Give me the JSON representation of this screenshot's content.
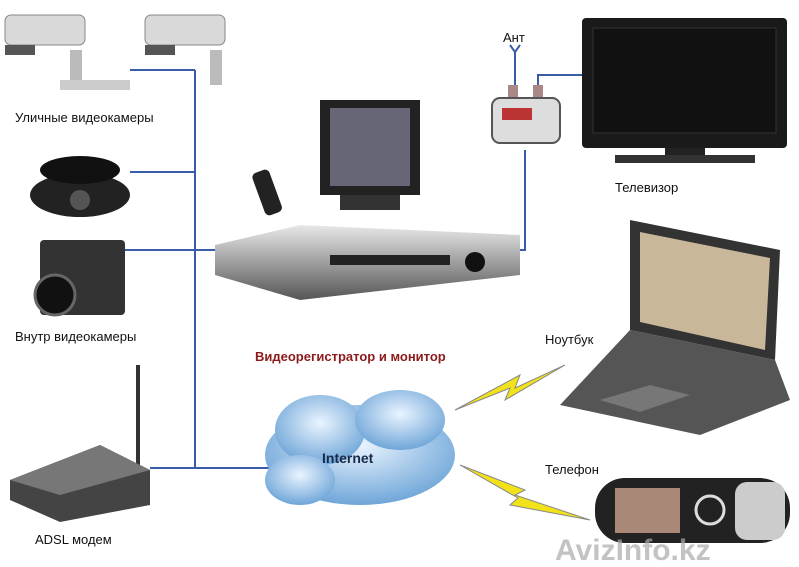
{
  "labels": {
    "street_cameras": "Уличные видеокамеры",
    "indoor_cameras": "Внутр видеокамеры",
    "adsl_modem": "ADSL модем",
    "dvr_monitor": "Видеорегистратор и монитор",
    "internet": "Internet",
    "antenna": "Ант",
    "tv": "Телевизор",
    "laptop": "Ноутбук",
    "phone": "Телефон"
  },
  "watermark": "AvizInfo.kz",
  "colors": {
    "line": "#3a5ca8",
    "dvr_label": "#8b1a1a",
    "lightning": "#f2e21a",
    "cloud": "#9cc4e8"
  }
}
